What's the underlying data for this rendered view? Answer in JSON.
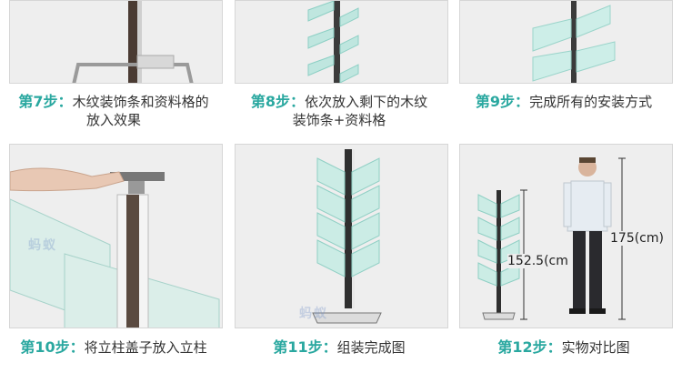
{
  "steps": [
    {
      "label": "第7步：",
      "lines": [
        "木纹装饰条和资料格的",
        "放入效果"
      ]
    },
    {
      "label": "第8步：",
      "lines": [
        "依次放入剩下的木纹",
        "装饰条+资料格"
      ]
    },
    {
      "label": "第9步：",
      "lines": [
        "完成所有的安装方式",
        ""
      ]
    },
    {
      "label": "第10步：",
      "lines": [
        "将立柱盖子放入立柱",
        ""
      ]
    },
    {
      "label": "第11步：",
      "lines": [
        "组装完成图",
        ""
      ]
    },
    {
      "label": "第12步：",
      "lines": [
        "实物对比图",
        ""
      ]
    }
  ],
  "measurements": {
    "rack_height": "152.5(cm",
    "person_height": "175(cm)"
  },
  "watermark": "蚂蚁",
  "colors": {
    "step_label": "#2aa8a0",
    "caption_text": "#333333",
    "panel_bg": "#eeeeee"
  }
}
